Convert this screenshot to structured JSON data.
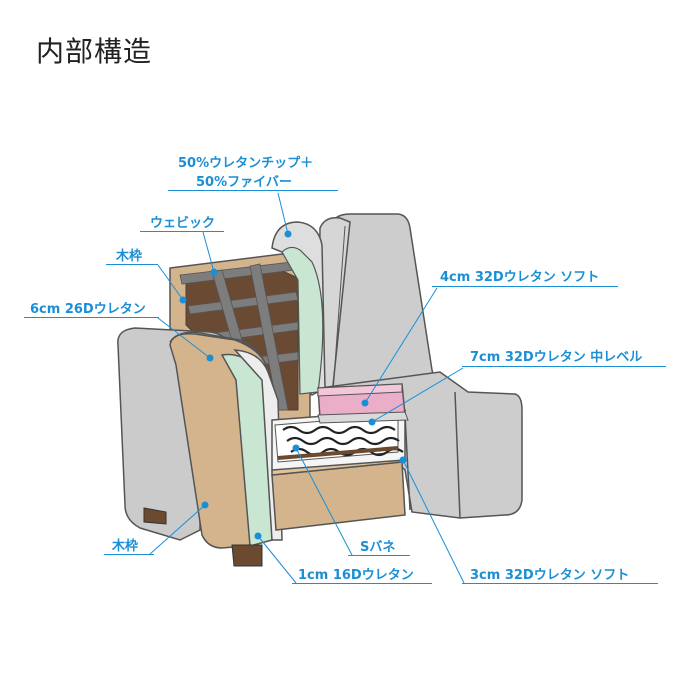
{
  "title": "内部構造",
  "labels": {
    "chip_fiber_1": "50%ウレタンチップ＋",
    "chip_fiber_2": "50%ファイバー",
    "webbing": "ウェビック",
    "wood_frame_top": "木枠",
    "urethane_6cm": "6cm 26Dウレタン",
    "urethane_4cm": "4cm 32Dウレタン ソフト",
    "urethane_7cm": "7cm 32Dウレタン 中レベル",
    "wood_frame_bottom": "木枠",
    "s_spring": "Sバネ",
    "urethane_1cm": "1cm 16Dウレタン",
    "urethane_3cm": "3cm 32Dウレタン ソフト"
  },
  "colors": {
    "accent": "#1a8fd6",
    "frame": "#d4b48c",
    "sofa": "#c9c9c9",
    "cushion": "#ebaec8",
    "foam": "#c9e6d3",
    "leg": "#6b4a2f"
  }
}
